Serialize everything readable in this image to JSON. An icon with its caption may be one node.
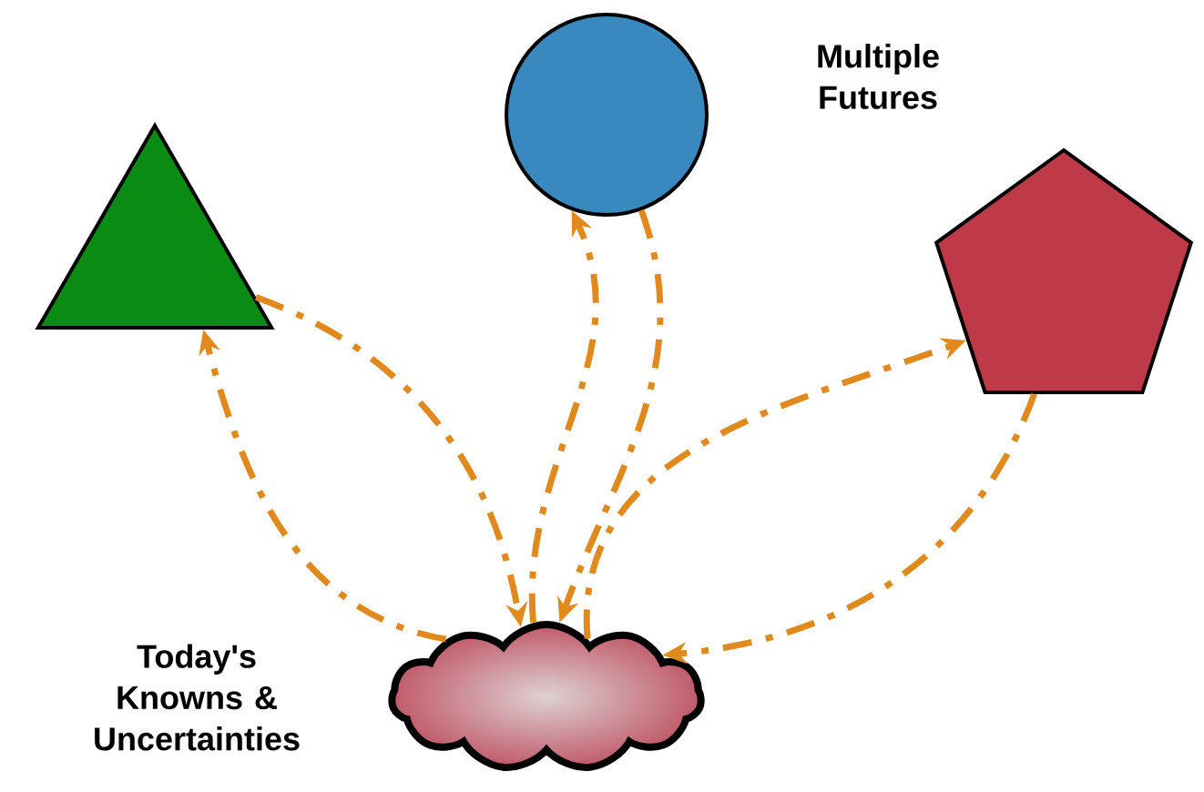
{
  "diagram": {
    "nodes": [
      {
        "text": [],
        "shape": "triangle"
      },
      {
        "text": [],
        "shape": "circle"
      },
      {
        "text": [],
        "shape": "pentagon"
      },
      {
        "text": [],
        "shape": "cloud",
        "beside": [
          "Today's Knowns & Uncertainties"
        ]
      }
    ],
    "edges": [
      {
        "from": 3,
        "to": 0,
        "arrow": "to",
        "style": "dashed"
      },
      {
        "from": 0,
        "to": 3,
        "arrow": "to",
        "style": "dashed"
      },
      {
        "from": 3,
        "to": 1,
        "arrow": "to",
        "style": "dashed"
      },
      {
        "from": 1,
        "to": 3,
        "arrow": "to",
        "style": "dashed"
      },
      {
        "from": 3,
        "to": 2,
        "arrow": "to",
        "style": "dashed"
      },
      {
        "from": 2,
        "to": 3,
        "arrow": "to",
        "style": "dashed"
      }
    ],
    "labels": [
      "Multiple Futures"
    ]
  }
}
